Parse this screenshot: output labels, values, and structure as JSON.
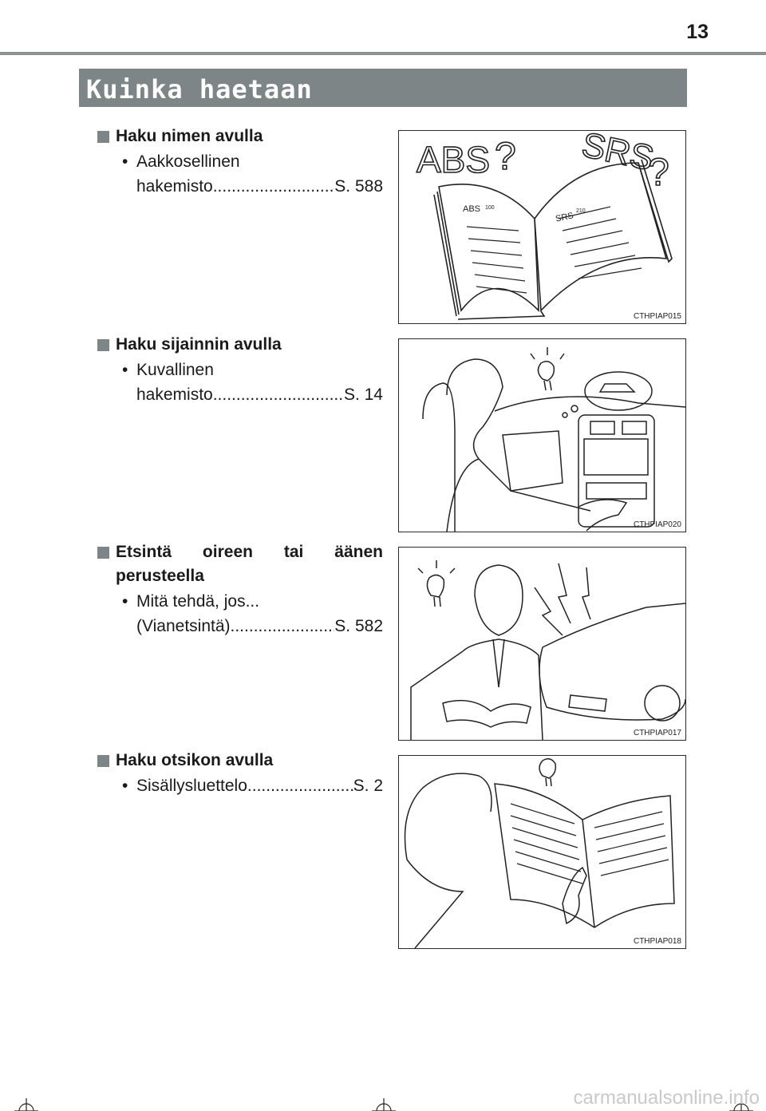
{
  "page_number": "13",
  "section_title": "Kuinka haetaan",
  "entries": [
    {
      "heading": "Haku nimen avulla",
      "item_lines": [
        "Aakkosellinen"
      ],
      "ref_text": "hakemisto",
      "ref_page": "S. 588",
      "figure_code": "CTHPIAP015",
      "figure_texts": [
        "ABS",
        "?",
        "SRS",
        "?",
        "ABS",
        "100",
        "SRS",
        "210"
      ]
    },
    {
      "heading": "Haku sijainnin avulla",
      "item_lines": [
        "Kuvallinen"
      ],
      "ref_text": "hakemisto",
      "ref_page": "S. 14",
      "figure_code": "CTHPIAP020"
    },
    {
      "heading_line1": "Etsintä oireen tai äänen",
      "heading_line2": "perusteella",
      "item_lines": [
        "Mitä tehdä, jos..."
      ],
      "ref_text": "(Vianetsintä)",
      "ref_page": "S. 582",
      "figure_code": "CTHPIAP017"
    },
    {
      "heading": "Haku otsikon avulla",
      "ref_text": "Sisällysluettelo",
      "ref_page": "S. 2",
      "figure_code": "CTHPIAP018"
    }
  ],
  "watermark": "carmanualsonline.info",
  "icons": [
    "square-bullet-icon",
    "bullet-icon",
    "crop-mark-icon"
  ],
  "colors": {
    "banner": "#7d8587",
    "rule": "#8c9294"
  }
}
